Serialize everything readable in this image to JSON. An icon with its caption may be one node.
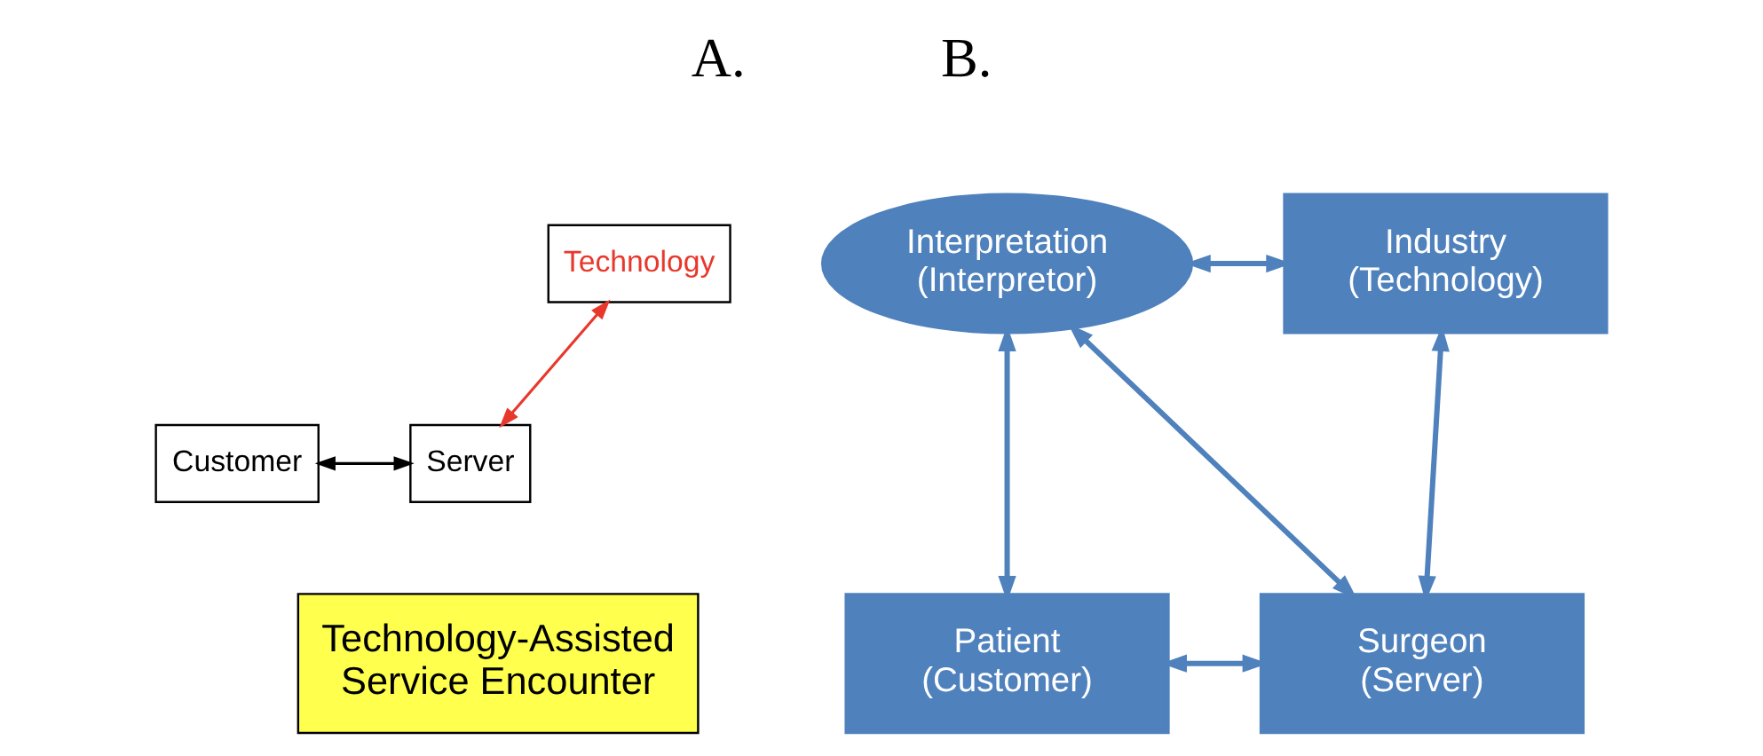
{
  "diagram": {
    "nodes": [
      {
        "text": [
          "Technology"
        ]
      },
      {
        "text": [
          "Customer"
        ]
      },
      {
        "text": [
          "Server"
        ]
      },
      {
        "text": [
          "Technology-Assisted Service Encounter"
        ]
      },
      {
        "text": [
          "Interpretation (Interpretor)"
        ]
      },
      {
        "text": [
          "Industry (Technology)"
        ]
      },
      {
        "text": [
          "Patient (Customer)"
        ]
      },
      {
        "text": [
          "Surgeon (Server)"
        ]
      }
    ],
    "edges": [
      {
        "from": 0,
        "to": 2,
        "arrow": "both",
        "color": "#e8382c"
      },
      {
        "from": 1,
        "to": 2,
        "arrow": "both",
        "color": "#000000"
      },
      {
        "from": 4,
        "to": 5,
        "arrow": "both"
      },
      {
        "from": 4,
        "to": 6,
        "arrow": "both"
      },
      {
        "from": 4,
        "to": 7,
        "arrow": "both"
      },
      {
        "from": 5,
        "to": 7,
        "arrow": "both"
      },
      {
        "from": 6,
        "to": 7,
        "arrow": "both"
      }
    ],
    "labels": [
      "A.",
      "B."
    ]
  }
}
